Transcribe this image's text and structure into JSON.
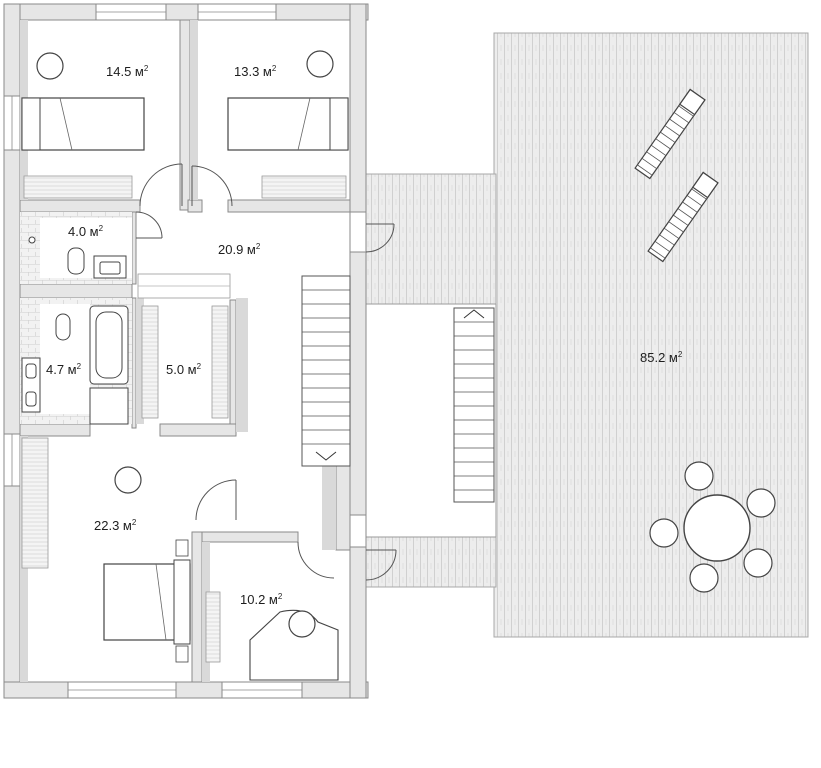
{
  "rooms": [
    {
      "id": "bedroom-top-left",
      "area": "14.5 м",
      "sup": "2"
    },
    {
      "id": "bedroom-top-right",
      "area": "13.3 м",
      "sup": "2"
    },
    {
      "id": "bathroom-small",
      "area": "4.0 м",
      "sup": "2"
    },
    {
      "id": "hall",
      "area": "20.9 м",
      "sup": "2"
    },
    {
      "id": "bathroom",
      "area": "4.7 м",
      "sup": "2"
    },
    {
      "id": "wardrobe",
      "area": "5.0 м",
      "sup": "2"
    },
    {
      "id": "bedroom-bottom-left",
      "area": "22.3 м",
      "sup": "2"
    },
    {
      "id": "study",
      "area": "10.2 м",
      "sup": "2"
    },
    {
      "id": "terrace",
      "area": "85.2 м",
      "sup": "2"
    }
  ],
  "colors": {
    "wall": "#e6e6e6",
    "wall_stroke": "#8a8a8a",
    "deck": "#dcdcdc",
    "deck_line": "#bdbdbd",
    "text": "#1e1e1e"
  }
}
